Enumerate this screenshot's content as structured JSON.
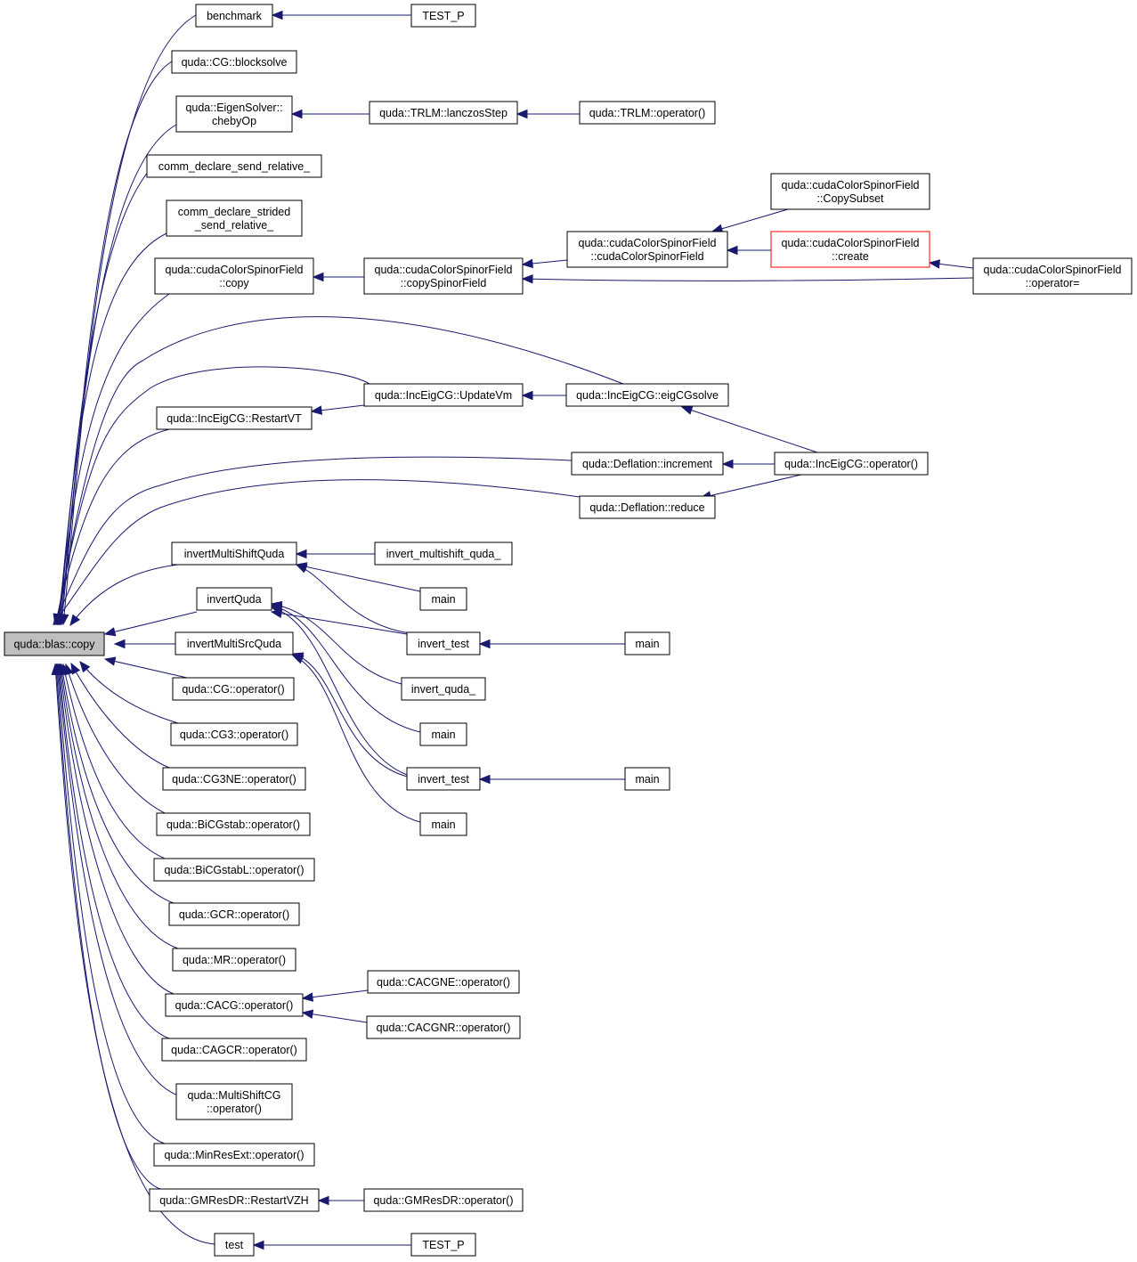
{
  "colors": {
    "edge": "#191970",
    "node_border": "#000000",
    "node_fill": "#ffffff",
    "root_fill": "#bfbfbf",
    "highlight_border": "#ff0000"
  },
  "nodes": {
    "root": [
      "quda::blas::copy"
    ],
    "benchmark": [
      "benchmark"
    ],
    "testp1": [
      "TEST_P"
    ],
    "cg_block": [
      "quda::CG::blocksolve"
    ],
    "eigen_cheby": [
      "quda::EigenSolver::",
      "chebyOp"
    ],
    "trlm_lanczos": [
      "quda::TRLM::lanczosStep"
    ],
    "trlm_op": [
      "quda::TRLM::operator()"
    ],
    "comm_rel": [
      "comm_declare_send_relative_"
    ],
    "comm_strided": [
      "comm_declare_strided",
      "_send_relative_"
    ],
    "ccsf_copy": [
      "quda::cudaColorSpinorField",
      "::copy"
    ],
    "ccsf_copysf": [
      "quda::cudaColorSpinorField",
      "::copySpinorField"
    ],
    "ccsf_ctor": [
      "quda::cudaColorSpinorField",
      "::cudaColorSpinorField"
    ],
    "ccsf_subset": [
      "quda::cudaColorSpinorField",
      "::CopySubset"
    ],
    "ccsf_create": [
      "quda::cudaColorSpinorField",
      "::create"
    ],
    "ccsf_opeq": [
      "quda::cudaColorSpinorField",
      "::operator="
    ],
    "inc_restart": [
      "quda::IncEigCG::RestartVT"
    ],
    "inc_update": [
      "quda::IncEigCG::UpdateVm"
    ],
    "inc_eigsolve": [
      "quda::IncEigCG::eigCGsolve"
    ],
    "inc_op": [
      "quda::IncEigCG::operator()"
    ],
    "defl_inc": [
      "quda::Deflation::increment"
    ],
    "defl_reduce": [
      "quda::Deflation::reduce"
    ],
    "ims_quda": [
      "invertMultiShiftQuda"
    ],
    "ims_quda_": [
      "invert_multishift_quda_"
    ],
    "main1": [
      "main"
    ],
    "inv_quda": [
      "invertQuda"
    ],
    "inv_test1": [
      "invert_test"
    ],
    "main2": [
      "main"
    ],
    "imsrc_quda": [
      "invertMultiSrcQuda"
    ],
    "inv_quda_": [
      "invert_quda_"
    ],
    "main3": [
      "main"
    ],
    "inv_test2": [
      "invert_test"
    ],
    "main4": [
      "main"
    ],
    "main5": [
      "main"
    ],
    "cg_op": [
      "quda::CG::operator()"
    ],
    "cg3_op": [
      "quda::CG3::operator()"
    ],
    "cg3ne_op": [
      "quda::CG3NE::operator()"
    ],
    "bicg_op": [
      "quda::BiCGstab::operator()"
    ],
    "bicgl_op": [
      "quda::BiCGstabL::operator()"
    ],
    "gcr_op": [
      "quda::GCR::operator()"
    ],
    "mr_op": [
      "quda::MR::operator()"
    ],
    "cacg_op": [
      "quda::CACG::operator()"
    ],
    "cacgne_op": [
      "quda::CACGNE::operator()"
    ],
    "cacgnr_op": [
      "quda::CACGNR::operator()"
    ],
    "cagcr_op": [
      "quda::CAGCR::operator()"
    ],
    "msc_op": [
      "quda::MultiShiftCG",
      "::operator()"
    ],
    "minres_op": [
      "quda::MinResExt::operator()"
    ],
    "gmres_restart": [
      "quda::GMResDR::RestartVZH"
    ],
    "gmres_op": [
      "quda::GMResDR::operator()"
    ],
    "test": [
      "test"
    ],
    "testp2": [
      "TEST_P"
    ]
  }
}
